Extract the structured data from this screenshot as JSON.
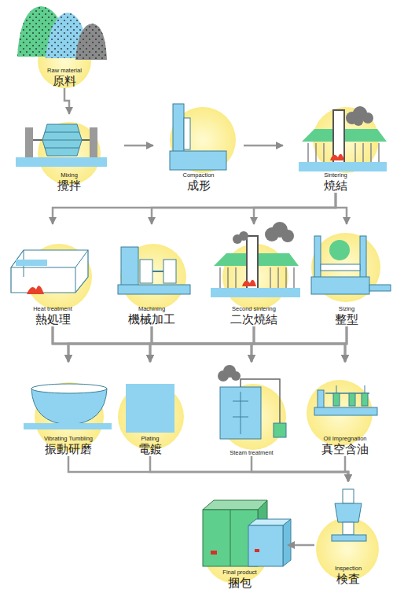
{
  "diagram": {
    "nodes": [
      {
        "text": [
          "Raw material",
          "原料"
        ]
      },
      {
        "text": [
          "Mixing",
          "攪拌"
        ]
      },
      {
        "text": [
          "Compaction",
          "成形"
        ]
      },
      {
        "text": [
          "Sintering",
          "焼結"
        ]
      },
      {
        "text": [
          "Heat treatment",
          "熱処理"
        ]
      },
      {
        "text": [
          "Machining",
          "機械加工"
        ]
      },
      {
        "text": [
          "Second sintering",
          "二次焼結"
        ]
      },
      {
        "text": [
          "Sizing",
          "整型"
        ]
      },
      {
        "text": [
          "Vibrating Tumbling",
          "振動研磨"
        ]
      },
      {
        "text": [
          "Plating",
          "電鍍"
        ]
      },
      {
        "text": [
          "Steam treatment"
        ]
      },
      {
        "text": [
          "Oil Impregnation",
          "真空含油"
        ]
      },
      {
        "text": [
          "Inspection",
          "検査"
        ]
      },
      {
        "text": [
          "Final product",
          "捆包"
        ]
      }
    ],
    "edges": [
      {
        "from": 0,
        "to": 1,
        "arrow": "to"
      },
      {
        "from": 1,
        "to": 2,
        "arrow": "to"
      },
      {
        "from": 2,
        "to": 3,
        "arrow": "to"
      },
      {
        "from": 3,
        "to": 4,
        "arrow": "to"
      },
      {
        "from": 3,
        "to": 5,
        "arrow": "to"
      },
      {
        "from": 3,
        "to": 6,
        "arrow": "to"
      },
      {
        "from": 3,
        "to": 7,
        "arrow": "to"
      },
      {
        "from": 4,
        "to": 8,
        "arrow": "to"
      },
      {
        "from": 4,
        "to": 9,
        "arrow": "to"
      },
      {
        "from": 4,
        "to": 10,
        "arrow": "to"
      },
      {
        "from": 4,
        "to": 11,
        "arrow": "to"
      },
      {
        "from": 5,
        "to": 8,
        "arrow": "to"
      },
      {
        "from": 5,
        "to": 9,
        "arrow": "to"
      },
      {
        "from": 5,
        "to": 10,
        "arrow": "to"
      },
      {
        "from": 5,
        "to": 11,
        "arrow": "to"
      },
      {
        "from": 6,
        "to": 8,
        "arrow": "to"
      },
      {
        "from": 6,
        "to": 9,
        "arrow": "to"
      },
      {
        "from": 6,
        "to": 10,
        "arrow": "to"
      },
      {
        "from": 6,
        "to": 11,
        "arrow": "to"
      },
      {
        "from": 7,
        "to": 8,
        "arrow": "to"
      },
      {
        "from": 7,
        "to": 9,
        "arrow": "to"
      },
      {
        "from": 7,
        "to": 10,
        "arrow": "to"
      },
      {
        "from": 7,
        "to": 11,
        "arrow": "to"
      },
      {
        "from": 8,
        "to": 12,
        "arrow": "to"
      },
      {
        "from": 9,
        "to": 12,
        "arrow": "to"
      },
      {
        "from": 10,
        "to": 12,
        "arrow": "to"
      },
      {
        "from": 11,
        "to": 12,
        "arrow": "to"
      },
      {
        "from": 12,
        "to": 13,
        "arrow": "to"
      }
    ]
  }
}
